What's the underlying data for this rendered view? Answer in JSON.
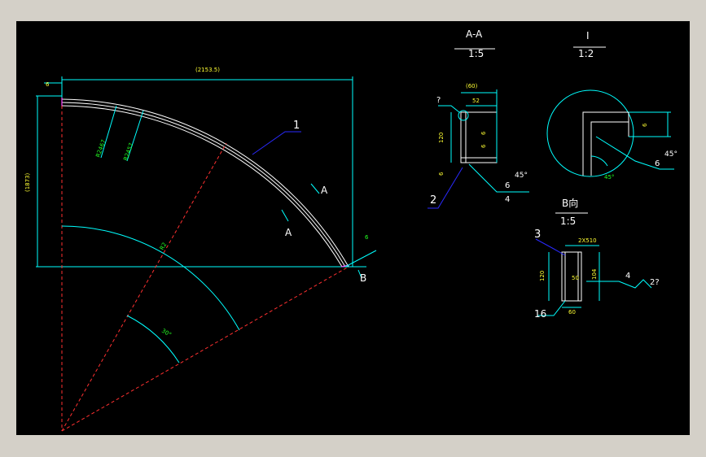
{
  "colors": {
    "canvas_background": "#000000",
    "frame": "#d4d0c8",
    "dimension": "#00ffff",
    "geometry": "#ffffff",
    "centerline": "#ff3030",
    "leader": "#2a2aff",
    "dimension_text": "#22ff22"
  },
  "main_view": {
    "dim_top_overall": "(2153.5)",
    "dim_top_left": "6",
    "dim_left_height": "(1873)",
    "radius_outer": "R2467",
    "radius_inner": "R2457",
    "radius_center": "R2",
    "angle": "30°",
    "dim_end": "6",
    "part_label_1": "1",
    "section_mark_upper": "A",
    "section_mark_lower": "A",
    "view_mark_b": "B"
  },
  "section_aa": {
    "title": "A-A",
    "scale": "1:5",
    "dim_top_bracket": "(60)",
    "dim_top": "52",
    "dim_height": "120",
    "dim_bottom_left": "6",
    "dim_inner_1": "6",
    "dim_inner_2": "6",
    "detail_mark": "?",
    "part_label_2": "2",
    "weld_size_a": "6",
    "weld_size_b": "4",
    "weld_angle": "45°"
  },
  "detail_i": {
    "title": "I",
    "scale": "1:2",
    "dim_right": "6",
    "angle_bottom": "45°",
    "weld_size": "6",
    "weld_angle": "45°"
  },
  "view_b": {
    "title": "B向",
    "scale": "1:5",
    "part_label_3": "3",
    "part_label_16": "16",
    "dim_top": "2X510",
    "dim_left": "120",
    "dim_inner": "50",
    "dim_right": "104",
    "dim_bottom": "60",
    "weld_size": "4",
    "weld_note": "2?"
  }
}
